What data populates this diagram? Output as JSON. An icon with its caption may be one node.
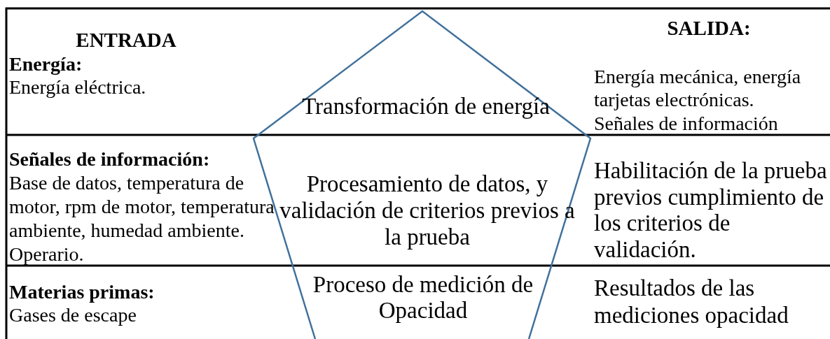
{
  "diagram": {
    "nodes": [
      {
        "text": [
          "Transformación de energía",
          "Procesamiento de datos, y validación de criterios previos a la prueba",
          "Proceso de medición de Opacidad"
        ]
      }
    ],
    "labels": [
      "ENTRADA",
      "SALIDA:",
      "Energía:",
      "Energía eléctrica.",
      "Energía mecánica, energía tarjetas electrónicas.",
      "Señales de información",
      "Señales de información:",
      "Base de datos, temperatura de motor, rpm de motor, temperatura ambiente, humedad ambiente. Operario.",
      "Habilitación de la prueba previos cumplimiento de los criterios de validación.",
      "Materias primas:",
      "Gases de escape",
      "Resultados de las mediciones opacidad"
    ]
  }
}
